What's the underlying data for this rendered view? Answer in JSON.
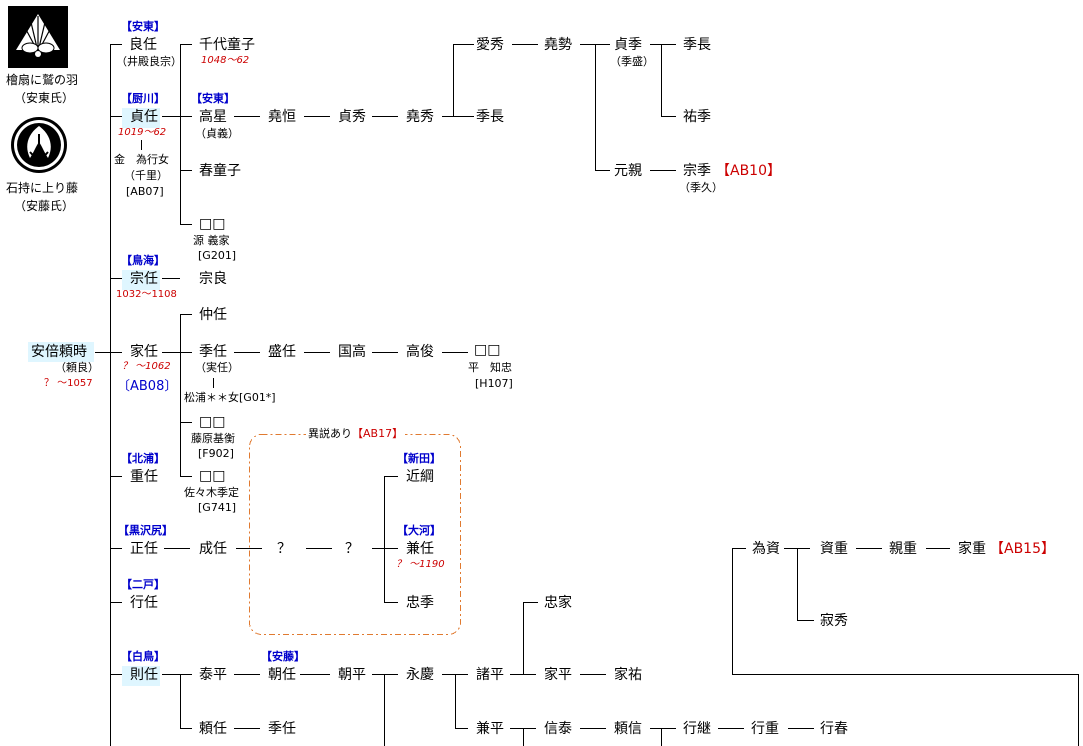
{
  "crests": [
    {
      "label": "檜扇に鷲の羽",
      "clan": "（安東氏）",
      "icon": "fan-feather-crest-icon"
    },
    {
      "label": "石持に上り藤",
      "clan": "（安藤氏）",
      "icon": "wisteria-crest-icon"
    }
  ],
  "n": {
    "yoritoki": "安倍頼時",
    "yoritoki_alt": "（頼良）",
    "yoritoki_date": "？ ～1057",
    "yoshito": "良任",
    "yoshito_alt": "（井殿良宗）",
    "tag_ando1": "【安東】",
    "sadato": "貞任",
    "tag_kuriyagawa": "【厨川】",
    "sadato_date": "1019～62",
    "tameyuki": "金　為行女",
    "tameyuki_alt": "（千里）",
    "tameyuki_ref": "[AB07]",
    "muneto": "宗任",
    "tag_tokai": "【鳥海】",
    "muneto_date": "1032～1108",
    "ieto": "家任",
    "ieto_date": "？ ～1062",
    "ieto_ref": "〔AB08〕",
    "shigeto": "重任",
    "tag_kitaura": "【北浦】",
    "masato": "正任",
    "tag_kurosawajiri": "【黒沢尻】",
    "yukito": "行任",
    "tag_ninohe": "【二戸】",
    "norito": "則任",
    "tag_shiratori": "【白鳥】",
    "chiyodoji": "千代童子",
    "chiyodoji_date": "1048～62",
    "takahoshi": "高星",
    "takahoshi_alt": "（貞義）",
    "tag_ando2": "【安東】",
    "harudoji": "春童子",
    "boxes1": "□□",
    "boxes1_l1": "源 義家",
    "boxes1_l2": "[G201]",
    "sosho": "宗良",
    "chuto": "仲任",
    "sueto": "季任",
    "sueto_alt": "（実任）",
    "matsura": "松浦＊＊女[G01*]",
    "boxes2": "□□",
    "boxes2_l1": "藤原基衡",
    "boxes2_l2": "[F902]",
    "boxes3": "□□",
    "boxes3_l1": "佐々木季定",
    "boxes3_l2": "[G741]",
    "nariyoshi": "成任",
    "q1": "？",
    "q2": "？",
    "yasuhira": "泰平",
    "yorito": "頼任",
    "sueto2": "季任",
    "tag_ando3": "【安藤】",
    "tomoto": "朝任",
    "tomohira": "朝平",
    "eikei": "永慶",
    "takatsune": "堯恒",
    "sadahide": "貞秀",
    "takahide": "堯秀",
    "aihide": "愛秀",
    "takasei": "堯勢",
    "sadasue": "貞季",
    "sadasue_alt": "（季盛）",
    "suenaga1": "季長",
    "suenaga2": "季長",
    "yusue": "祐季",
    "motochika": "元親",
    "munesue": "宗季",
    "munesue_alt": "（季久）",
    "ref_ab10": "【AB10】",
    "moritou": "盛任",
    "kunitaka": "国高",
    "takatoshi": "高俊",
    "boxes4": "□□",
    "boxes4_l1": "平　知忠",
    "boxes4_l2": "[H107]",
    "alt_note": "異説あり",
    "alt_ref": "【AB17】",
    "tag_shinden": "【新田】",
    "chikatsuna": "近綱",
    "tag_okawa": "【大河】",
    "kaneto": "兼任",
    "kaneto_date": "？ ～1190",
    "tadasue": "忠季",
    "tamesuke": "為資",
    "sukeshige": "資重",
    "chikashige": "親重",
    "ieshige": "家重",
    "ref_ab15": "【AB15】",
    "jakushu": "寂秀",
    "tadaie": "忠家",
    "morohira": "諸平",
    "iehira": "家平",
    "iesuke": "家祐",
    "kanehira": "兼平",
    "nobuyasu": "信泰",
    "yorinobu": "頼信",
    "yukitsugu": "行継",
    "yukishige": "行重",
    "yukiharu": "行春"
  }
}
